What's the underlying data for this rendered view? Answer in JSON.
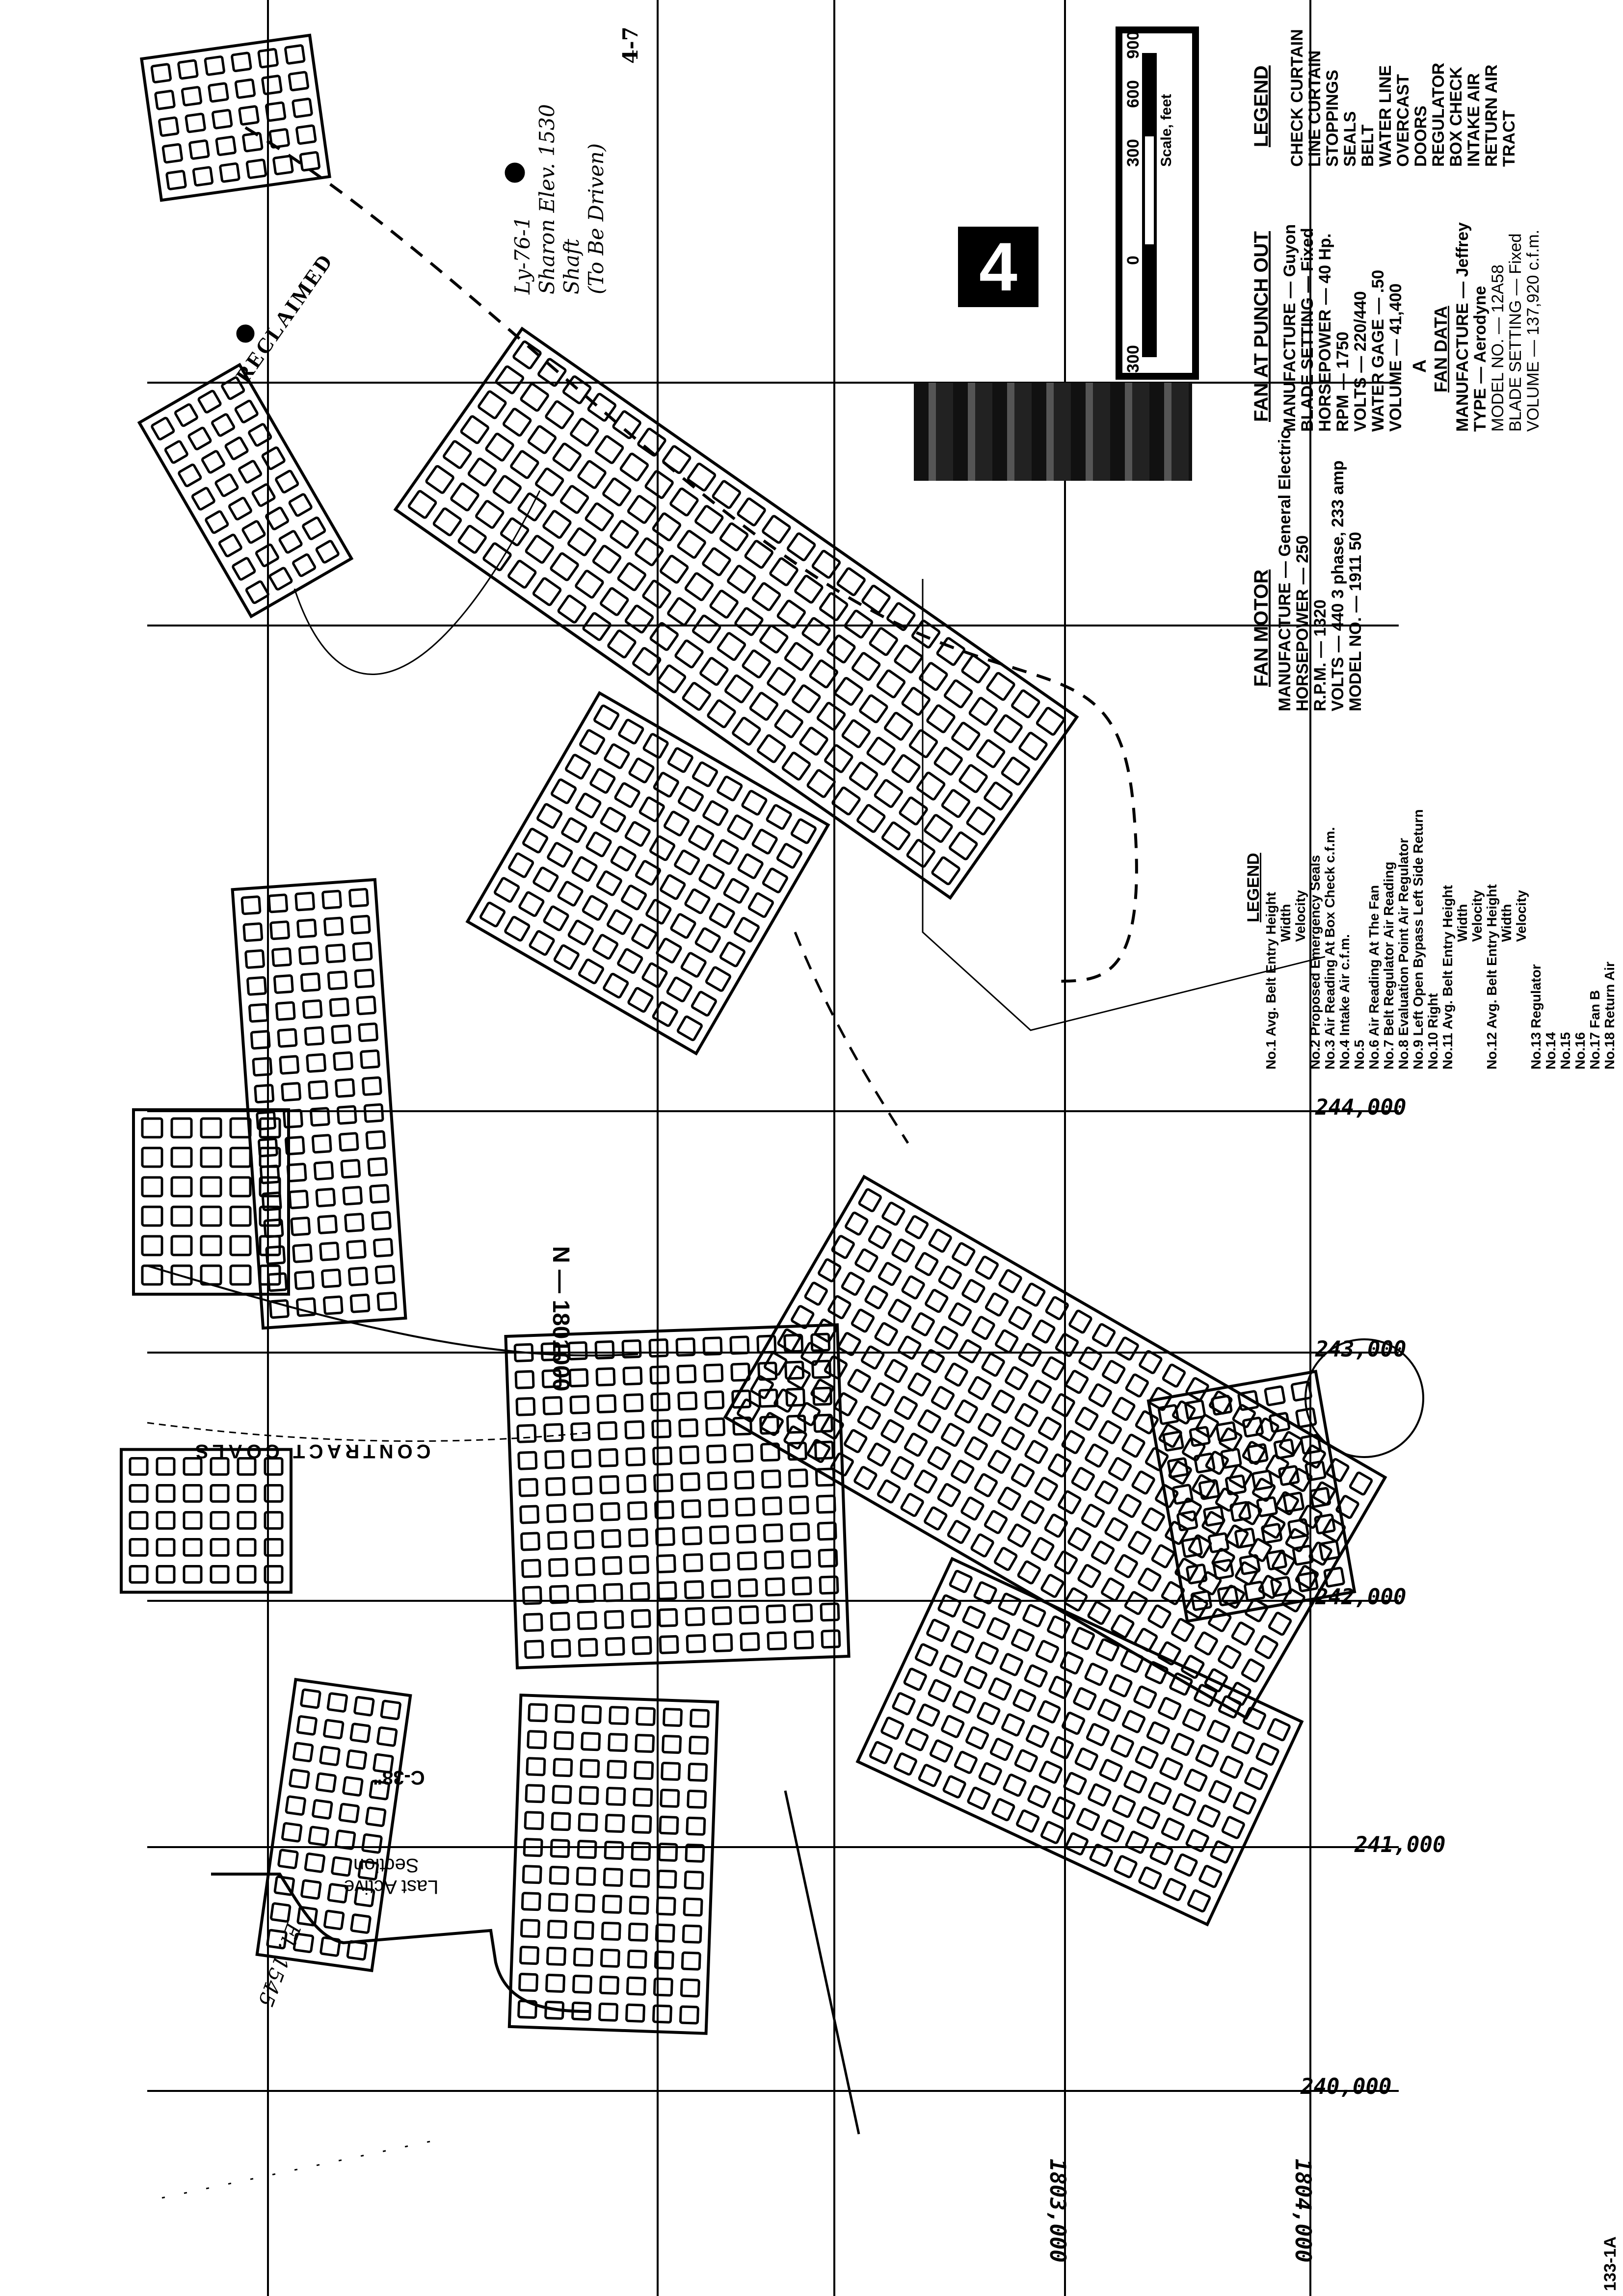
{
  "sheet_number": "4",
  "scale_bar": {
    "ticks": [
      "300",
      "0",
      "300",
      "600",
      "900"
    ],
    "label": "Scale, feet"
  },
  "legend_symbols": {
    "title": "LEGEND",
    "items": [
      "CHECK CURTAIN",
      "LINE CURTAIN",
      "STOPPINGS",
      "SEALS",
      "BELT",
      "WATER LINE",
      "OVERCAST",
      "DOORS",
      "REGULATOR",
      "BOX CHECK",
      "INTAKE AIR",
      "RETURN AIR",
      "TRACT"
    ]
  },
  "fan_at_punch_out": {
    "title": "FAN AT PUNCH OUT",
    "lines": [
      "MANUFACTURE — Guyon",
      "BLADE SETTING — Fixed",
      "HORSEPOWER — 40 Hp.",
      "RPM — 1750",
      "VOLTS — 220/440",
      "WATER GAGE — .50",
      "VOLUME — 41,400"
    ]
  },
  "fan_data": {
    "marker": "A",
    "title": "FAN DATA",
    "lines": [
      "MANUFACTURE — Jeffrey",
      "TYPE — Aerodyne",
      "MODEL NO. — 12A58",
      "BLADE SETTING — Fixed",
      "VOLUME — 137,920 c.f.m."
    ]
  },
  "fan_motor": {
    "title": "FAN MOTOR",
    "lines": [
      "MANUFACTURE — General Electric",
      "HORSEPOWER — 250",
      "R.P.M. — 1320",
      "VOLTS — 440 3 phase, 233 amp",
      "MODEL NO. — 1911 50"
    ]
  },
  "legend_readings": {
    "title": "LEGEND",
    "items": [
      "No.1 Avg. Belt Entry Height",
      "Width",
      "Velocity",
      "No.2 Proposed Emergency Seals",
      "No.3 Air Reading At Box Check  c.f.m.",
      "No.4 Intake Air  c.f.m.",
      "No.5",
      "No.6 Air Reading At The Fan",
      "No.7 Belt Regulator Air Reading",
      "No.8 Evaluation Point Air Regulator",
      "No.9 Left Open Bypass Left Side Return",
      "No.10 Right",
      "No.11 Avg. Belt Entry Height",
      "Width",
      "Velocity",
      "No.12 Avg. Belt Entry Height",
      "Width",
      "Velocity",
      "No.13 Regulator",
      "No.14",
      "No.15",
      "No.16",
      "No.17 Fan B",
      "No.18 Return Air"
    ]
  },
  "annotations": {
    "shaft_note": [
      "Ly-76-1",
      "Sharon Elev. 1530",
      "Shaft",
      "(To Be Driven)"
    ],
    "corner_note": "4-7",
    "reclaimed": "RECLAIMED",
    "contract_coals": "CONTRACT COALS",
    "last_active": [
      "Last Active",
      "Section"
    ],
    "c38": "C-38\"",
    "elevation": "El. 1545",
    "north_line": "N — 1801000",
    "doc_id": "133-1A"
  },
  "grid_northings": [
    "244,000",
    "243,000",
    "242,000",
    "241,000",
    "240,000"
  ],
  "grid_eastings": [
    "1803,000",
    "1804,000"
  ]
}
